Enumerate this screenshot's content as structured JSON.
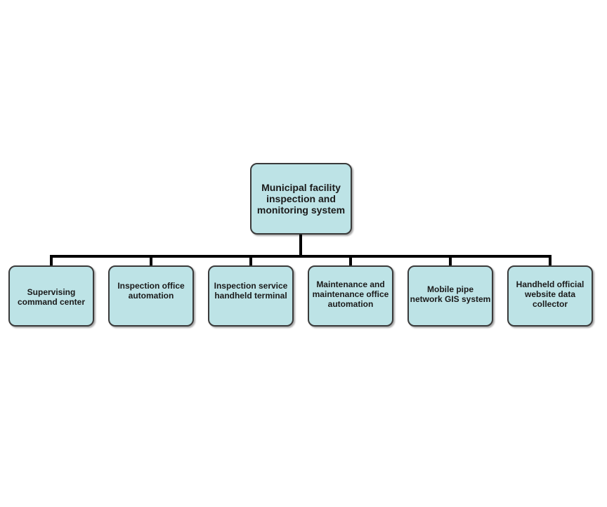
{
  "diagram": {
    "type": "org-chart",
    "colors": {
      "node_fill": "#bde3e6",
      "node_border": "#3a3a3a",
      "connector": "#000000"
    },
    "root": {
      "label": "Municipal facility\ninspection and\nmonitoring system"
    },
    "children": [
      {
        "label": "Supervising\ncommand center"
      },
      {
        "label": "Inspection office\nautomation"
      },
      {
        "label": "Inspection service\nhandheld terminal"
      },
      {
        "label": "Maintenance and\nmaintenance office\nautomation"
      },
      {
        "label": "Mobile pipe\nnetwork GIS system"
      },
      {
        "label": "Handheld official\nwebsite data\ncollector"
      }
    ]
  }
}
